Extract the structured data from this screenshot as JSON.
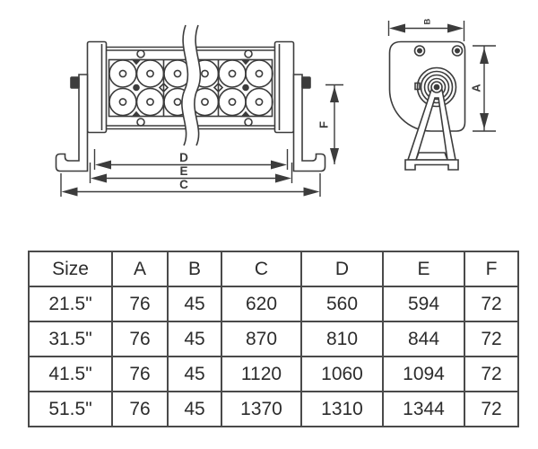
{
  "colors": {
    "line": "#3c3c3c",
    "table_border": "#4a4a4a",
    "text": "#2c2c2c",
    "background": "#ffffff"
  },
  "diagram": {
    "front_view": {
      "label_d": "D",
      "label_e": "E",
      "label_c": "C",
      "label_f": "F"
    },
    "side_view": {
      "label_b": "B",
      "label_a": "A"
    }
  },
  "table": {
    "headers": [
      "Size",
      "A",
      "B",
      "C",
      "D",
      "E",
      "F"
    ],
    "rows": [
      [
        "21.5\"",
        "76",
        "45",
        "620",
        "560",
        "594",
        "72"
      ],
      [
        "31.5\"",
        "76",
        "45",
        "870",
        "810",
        "844",
        "72"
      ],
      [
        "41.5\"",
        "76",
        "45",
        "1120",
        "1060",
        "1094",
        "72"
      ],
      [
        "51.5\"",
        "76",
        "45",
        "1370",
        "1310",
        "1344",
        "72"
      ]
    ]
  }
}
